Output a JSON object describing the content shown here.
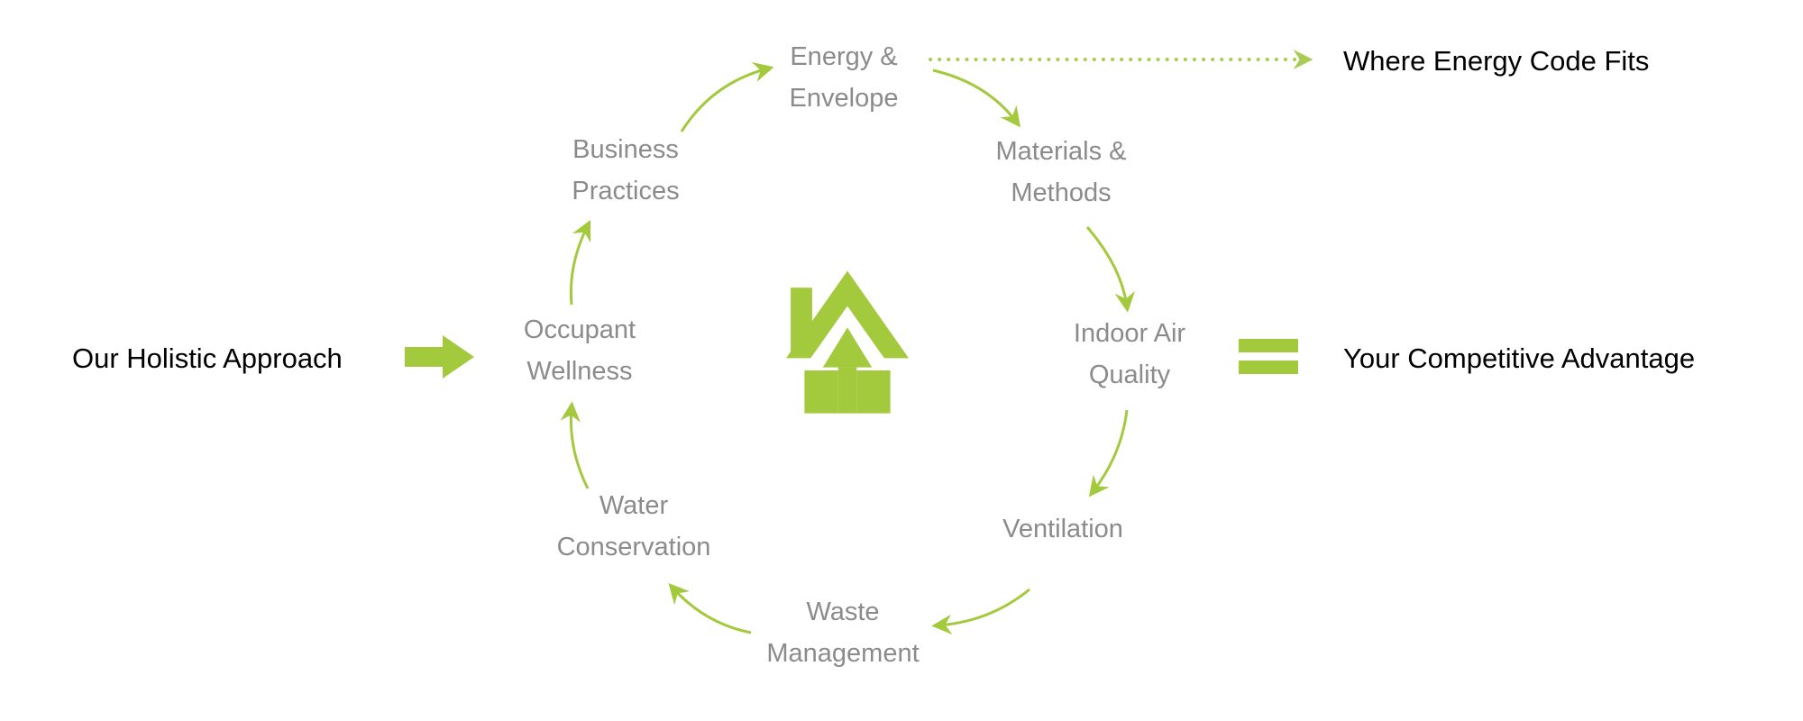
{
  "colors": {
    "accent_green": "#a3c93c",
    "dotted_green": "#a9cc55",
    "cycle_text_gray": "#8b8b8b",
    "label_text_black": "#000000"
  },
  "labels": {
    "left": "Our Holistic Approach",
    "right": "Your Competitive Advantage",
    "top_right": "Where Energy Code Fits"
  },
  "cycle": {
    "energy": "Energy &\nEnvelope",
    "materials": "Materials &\nMethods",
    "indoor_air": "Indoor Air\nQuality",
    "ventilation": "Ventilation",
    "waste": "Waste\nManagement",
    "water": "Water\nConservation",
    "occupant": "Occupant\nWellness",
    "business": "Business\nPractices"
  }
}
